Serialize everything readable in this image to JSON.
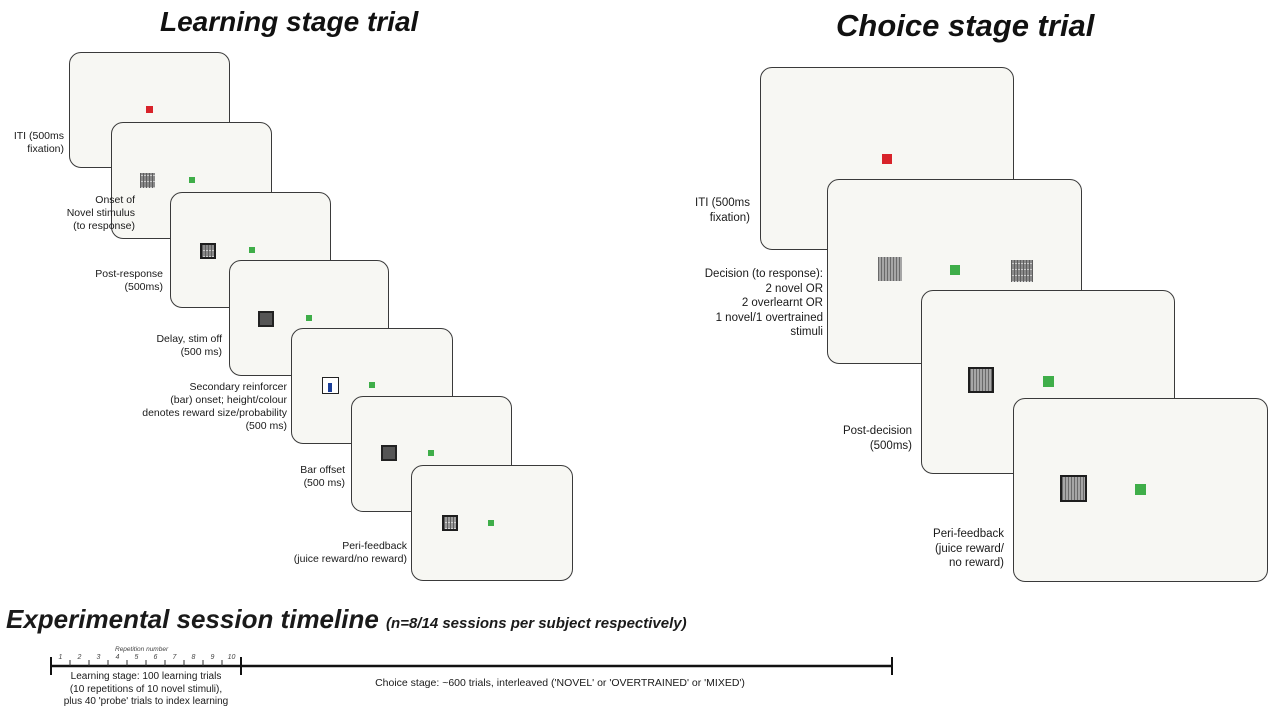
{
  "learning": {
    "title": "Learning stage trial",
    "labels": [
      {
        "lines": [
          "ITI (500ms",
          "fixation)"
        ]
      },
      {
        "lines": [
          "Onset of",
          "Novel stimulus",
          "(to response)"
        ]
      },
      {
        "lines": [
          "Post-response",
          "(500ms)"
        ]
      },
      {
        "lines": [
          "Delay, stim off",
          "(500 ms)"
        ]
      },
      {
        "lines": [
          "Secondary reinforcer",
          "(bar) onset; height/colour",
          "denotes reward size/probability",
          "(500 ms)"
        ]
      },
      {
        "lines": [
          "Bar offset",
          "(500 ms)"
        ]
      },
      {
        "lines": [
          "Peri-feedback",
          "(juice reward/no reward)"
        ]
      }
    ]
  },
  "choice": {
    "title": "Choice stage trial",
    "labels": [
      {
        "lines": [
          "ITI (500ms",
          "fixation)"
        ]
      },
      {
        "lines": [
          "Decision (to response):",
          "2 novel OR",
          "2 overlearnt OR",
          "1 novel/1 overtrained",
          "stimuli"
        ]
      },
      {
        "lines": [
          "Post-decision",
          "(500ms)"
        ]
      },
      {
        "lines": [
          "Peri-feedback",
          "(juice reward/",
          "no reward)"
        ]
      }
    ]
  },
  "timeline": {
    "title": "Experimental session timeline",
    "subtitle": "(n=8/14 sessions per subject respectively)",
    "repetition_label": "Repetition number",
    "repetitions": [
      "1",
      "2",
      "3",
      "4",
      "5",
      "6",
      "7",
      "8",
      "9",
      "10"
    ],
    "learning_lines": [
      "Learning stage: 100 learning trials",
      "(10 repetitions of 10 novel stimuli),",
      "plus 40 'probe' trials to index learning"
    ],
    "choice_text": "Choice stage: ~600 trials, interleaved ('NOVEL' or 'OVERTRAINED' or 'MIXED')"
  },
  "colors": {
    "fixation_red": "#d8232a",
    "fixation_green": "#3fae49",
    "bar_blue": "#1c3f99",
    "screen_bg": "#f7f7f3"
  }
}
